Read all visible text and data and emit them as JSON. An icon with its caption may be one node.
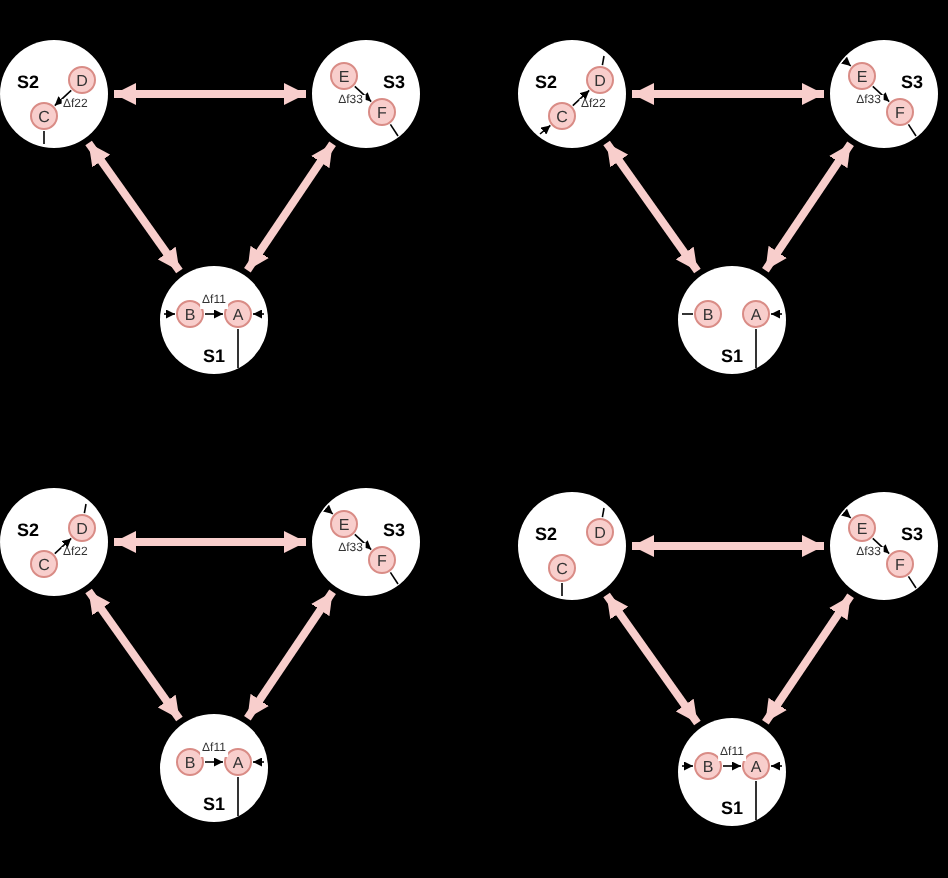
{
  "diagram": {
    "nodes": [
      {
        "text": [
          "S2"
        ]
      },
      {
        "text": [
          "D"
        ],
        "in": 0
      },
      {
        "text": [
          "C"
        ],
        "in": 0
      },
      {
        "text": [
          "S3"
        ]
      },
      {
        "text": [
          "E"
        ],
        "in": 3
      },
      {
        "text": [
          "F"
        ],
        "in": 3
      },
      {
        "text": [
          "S1"
        ]
      },
      {
        "text": [
          "B"
        ],
        "in": 6
      },
      {
        "text": [
          "A"
        ],
        "in": 6
      },
      {
        "text": [
          "S2"
        ]
      },
      {
        "text": [
          "D"
        ],
        "in": 9
      },
      {
        "text": [
          "C"
        ],
        "in": 9
      },
      {
        "text": [
          "S3"
        ]
      },
      {
        "text": [
          "E"
        ],
        "in": 12
      },
      {
        "text": [
          "F"
        ],
        "in": 12
      },
      {
        "text": [
          "S1"
        ]
      },
      {
        "text": [
          "B"
        ],
        "in": 15
      },
      {
        "text": [
          "A"
        ],
        "in": 15
      },
      {
        "text": [
          "S2"
        ]
      },
      {
        "text": [
          "D"
        ],
        "in": 18
      },
      {
        "text": [
          "C"
        ],
        "in": 18
      },
      {
        "text": [
          "S3"
        ]
      },
      {
        "text": [
          "E"
        ],
        "in": 21
      },
      {
        "text": [
          "F"
        ],
        "in": 21
      },
      {
        "text": [
          "S1"
        ]
      },
      {
        "text": [
          "B"
        ],
        "in": 24
      },
      {
        "text": [
          "A"
        ],
        "in": 24
      },
      {
        "text": [
          "S2"
        ]
      },
      {
        "text": [
          "D"
        ],
        "in": 27
      },
      {
        "text": [
          "C"
        ],
        "in": 27
      },
      {
        "text": [
          "S3"
        ]
      },
      {
        "text": [
          "E"
        ],
        "in": 30
      },
      {
        "text": [
          "F"
        ],
        "in": 30
      },
      {
        "text": [
          "S1"
        ]
      },
      {
        "text": [
          "B"
        ],
        "in": 33
      },
      {
        "text": [
          "A"
        ],
        "in": 33
      }
    ],
    "edges": [
      {
        "from": 0,
        "to": 3,
        "arrow": "both",
        "style": "thick",
        "color": "#f8cecc"
      },
      {
        "from": 0,
        "to": 6,
        "arrow": "both",
        "style": "thick",
        "color": "#f8cecc"
      },
      {
        "from": 3,
        "to": 6,
        "arrow": "both",
        "style": "thick",
        "color": "#f8cecc"
      },
      {
        "from": 1,
        "to": 2,
        "arrow": "to",
        "label": "Δf22"
      },
      {
        "from": 2,
        "to": null,
        "arrow": "none"
      },
      {
        "from": 4,
        "to": 5,
        "arrow": "to",
        "label": "Δf33"
      },
      {
        "from": 5,
        "to": null,
        "arrow": "none"
      },
      {
        "from": null,
        "to": 7,
        "arrow": "to"
      },
      {
        "from": 7,
        "to": 8,
        "arrow": "to",
        "label": "Δf11"
      },
      {
        "from": null,
        "to": 8,
        "arrow": "to"
      },
      {
        "from": 8,
        "to": null,
        "arrow": "none"
      },
      {
        "from": 9,
        "to": 12,
        "arrow": "both",
        "style": "thick",
        "color": "#f8cecc"
      },
      {
        "from": 9,
        "to": 15,
        "arrow": "both",
        "style": "thick",
        "color": "#f8cecc"
      },
      {
        "from": 12,
        "to": 15,
        "arrow": "both",
        "style": "thick",
        "color": "#f8cecc"
      },
      {
        "from": 10,
        "to": null,
        "arrow": "none"
      },
      {
        "from": 11,
        "to": 10,
        "arrow": "to",
        "label": "Δf22"
      },
      {
        "from": null,
        "to": 11,
        "arrow": "to"
      },
      {
        "from": null,
        "to": 13,
        "arrow": "to"
      },
      {
        "from": 13,
        "to": 14,
        "arrow": "to",
        "label": "Δf33"
      },
      {
        "from": 14,
        "to": null,
        "arrow": "none"
      },
      {
        "from": null,
        "to": 16,
        "arrow": "none"
      },
      {
        "from": null,
        "to": 17,
        "arrow": "to"
      },
      {
        "from": 17,
        "to": null,
        "arrow": "none"
      },
      {
        "from": 18,
        "to": 21,
        "arrow": "both",
        "style": "thick",
        "color": "#f8cecc"
      },
      {
        "from": 18,
        "to": 24,
        "arrow": "both",
        "style": "thick",
        "color": "#f8cecc"
      },
      {
        "from": 21,
        "to": 24,
        "arrow": "both",
        "style": "thick",
        "color": "#f8cecc"
      },
      {
        "from": 19,
        "to": null,
        "arrow": "none"
      },
      {
        "from": 20,
        "to": 19,
        "arrow": "to",
        "label": "Δf22"
      },
      {
        "from": null,
        "to": 22,
        "arrow": "to"
      },
      {
        "from": 22,
        "to": 23,
        "arrow": "to",
        "label": "Δf33"
      },
      {
        "from": 23,
        "to": null,
        "arrow": "none"
      },
      {
        "from": 25,
        "to": 26,
        "arrow": "to",
        "label": "Δf11"
      },
      {
        "from": null,
        "to": 26,
        "arrow": "to"
      },
      {
        "from": 26,
        "to": null,
        "arrow": "none"
      },
      {
        "from": 27,
        "to": 30,
        "arrow": "both",
        "style": "thick",
        "color": "#f8cecc"
      },
      {
        "from": 27,
        "to": 33,
        "arrow": "both",
        "style": "thick",
        "color": "#f8cecc"
      },
      {
        "from": 30,
        "to": 33,
        "arrow": "both",
        "style": "thick",
        "color": "#f8cecc"
      },
      {
        "from": 28,
        "to": null,
        "arrow": "none"
      },
      {
        "from": 29,
        "to": null,
        "arrow": "none"
      },
      {
        "from": null,
        "to": 31,
        "arrow": "to"
      },
      {
        "from": 31,
        "to": 32,
        "arrow": "to",
        "label": "Δf33"
      },
      {
        "from": 32,
        "to": null,
        "arrow": "none"
      },
      {
        "from": null,
        "to": 34,
        "arrow": "to"
      },
      {
        "from": 34,
        "to": 35,
        "arrow": "to",
        "label": "Δf11"
      },
      {
        "from": null,
        "to": 35,
        "arrow": "to"
      },
      {
        "from": 35,
        "to": null,
        "arrow": "none"
      }
    ]
  }
}
